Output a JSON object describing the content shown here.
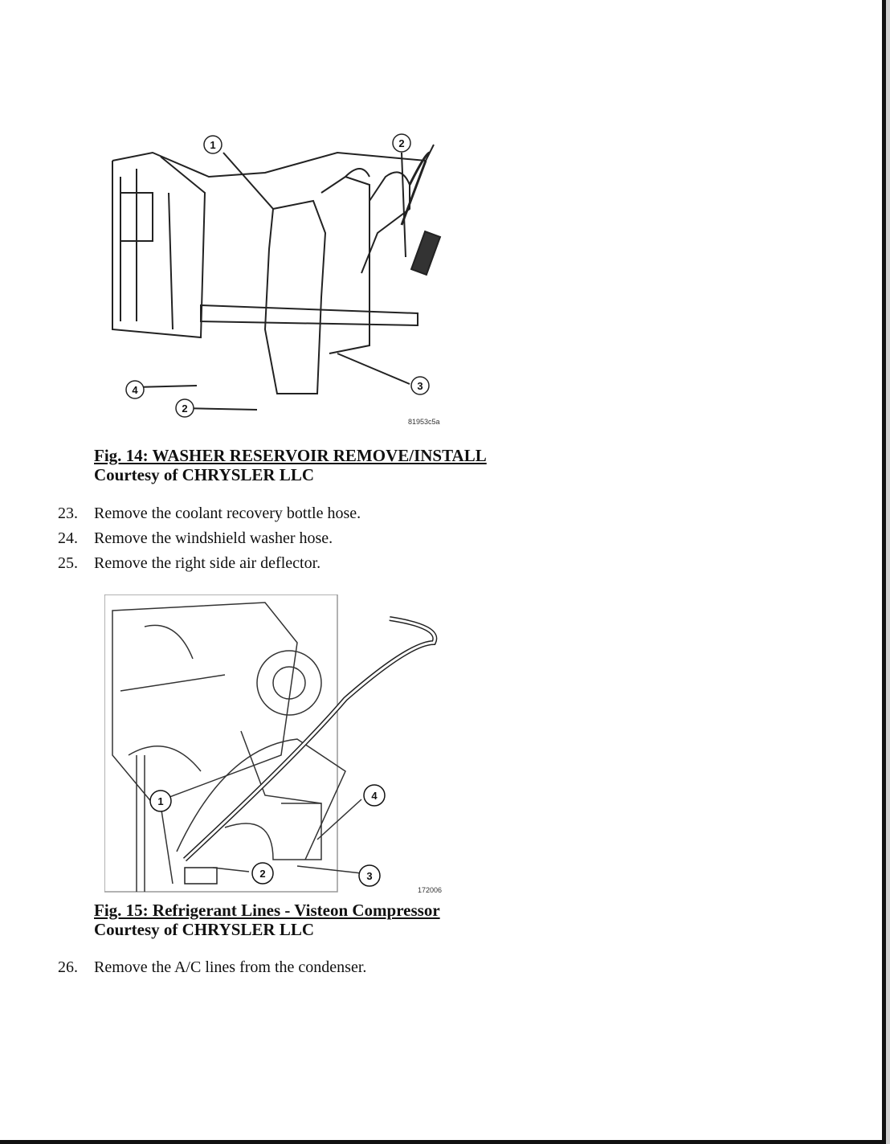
{
  "figures": [
    {
      "caption": "Fig. 14: WASHER RESERVOIR REMOVE/INSTALL",
      "courtesy": "Courtesy of CHRYSLER LLC",
      "code": "81953c5a",
      "callouts": [
        "1",
        "2",
        "2",
        "3",
        "4"
      ]
    },
    {
      "caption": "Fig. 15: Refrigerant Lines - Visteon Compressor",
      "courtesy": "Courtesy of CHRYSLER LLC",
      "code": "172006",
      "callouts": [
        "1",
        "2",
        "3",
        "4"
      ]
    }
  ],
  "steps": [
    {
      "num": "23.",
      "text": "Remove the coolant recovery bottle hose."
    },
    {
      "num": "24.",
      "text": "Remove the windshield washer hose."
    },
    {
      "num": "25.",
      "text": "Remove the right side air deflector."
    },
    {
      "num": "26.",
      "text": "Remove the A/C lines from the condenser."
    }
  ]
}
